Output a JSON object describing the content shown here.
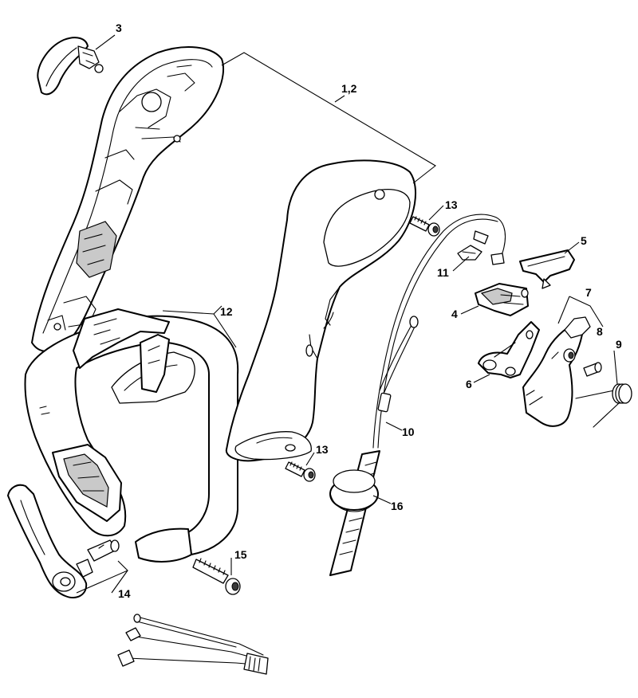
{
  "callouts": {
    "c1_2": "1,2",
    "c3": "3",
    "c4": "4",
    "c5": "5",
    "c6": "6",
    "c7": "7",
    "c8": "8",
    "c9": "9",
    "c10": "10",
    "c11": "11",
    "c12": "12",
    "c13a": "13",
    "c13b": "13",
    "c14": "14",
    "c15": "15",
    "c16": "16"
  },
  "colors": {
    "line": "#000000",
    "fill": "#ffffff",
    "shade": "#c9c9c9"
  }
}
